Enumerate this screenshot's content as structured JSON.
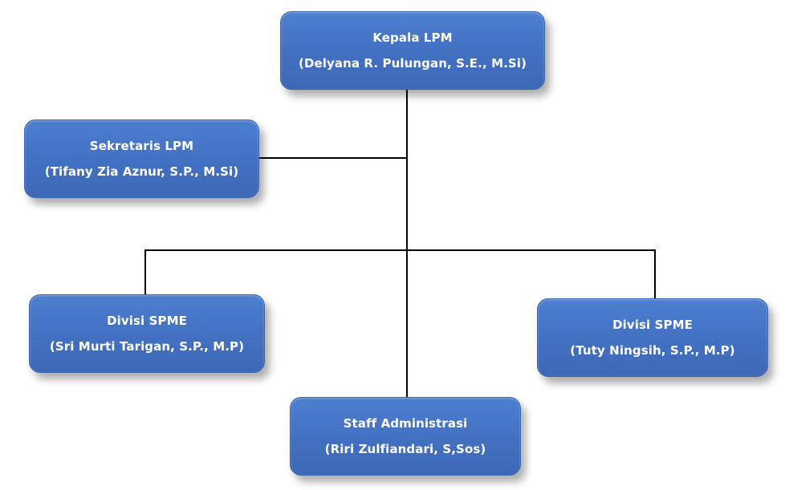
{
  "org_chart": {
    "head": {
      "title": "Kepala LPM",
      "name": "(Delyana R. Pulungan, S.E., M.Si)"
    },
    "secretary": {
      "title": "Sekretaris LPM",
      "name": "(Tifany Zia Aznur, S.P., M.Si)"
    },
    "division_left": {
      "title": "Divisi SPME",
      "name": "(Sri Murti Tarigan, S.P., M.P)"
    },
    "division_right": {
      "title": "Divisi SPME",
      "name": "(Tuty Ningsih, S.P., M.P)"
    },
    "admin_staff": {
      "title": "Staff Administrasi",
      "name": "(Riri Zulfiandari, S,Sos)"
    }
  },
  "colors": {
    "box_fill": "#4472c4",
    "connector": "#000000",
    "text": "#ffffff"
  }
}
